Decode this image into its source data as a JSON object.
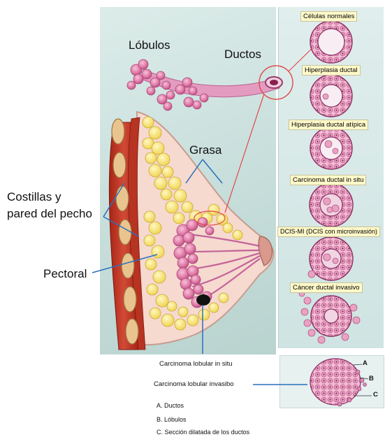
{
  "labels": {
    "lobulos": "Lóbulos",
    "ductos": "Ductos",
    "grasa": "Grasa",
    "costillas_line1": "Costillas y",
    "costillas_line2": "pared del pecho",
    "pectoral": "Pectoral",
    "carcinoma_lobular_in_situ": "Carcinoma lobular in situ",
    "carcinoma_lobular_invasivo": "Carcinoma lobular invasibo"
  },
  "stages": [
    "Células  normales",
    "Hiperplasia ductal",
    "Hiperplasia ductal atípica",
    "Carcinoma ductal in situ",
    "DCIS-MI (DCIS con microinvasión)",
    "Cáncer ductal invasivo"
  ],
  "micro_markers": [
    "A",
    "B",
    "C"
  ],
  "legend": [
    "A. Ductos",
    "B. Lóbulos",
    "C. Sección dilatada de los ductos"
  ],
  "colors": {
    "background": "#cfe3e0",
    "muscle": "#c0392b",
    "fat": "#f3e36a",
    "lobule": "#e07aa6",
    "tumor": "#111111",
    "callout_line": "#e04a4a",
    "pointer_line": "#2a6fbd",
    "stage_label_bg": "#fff9c9"
  }
}
